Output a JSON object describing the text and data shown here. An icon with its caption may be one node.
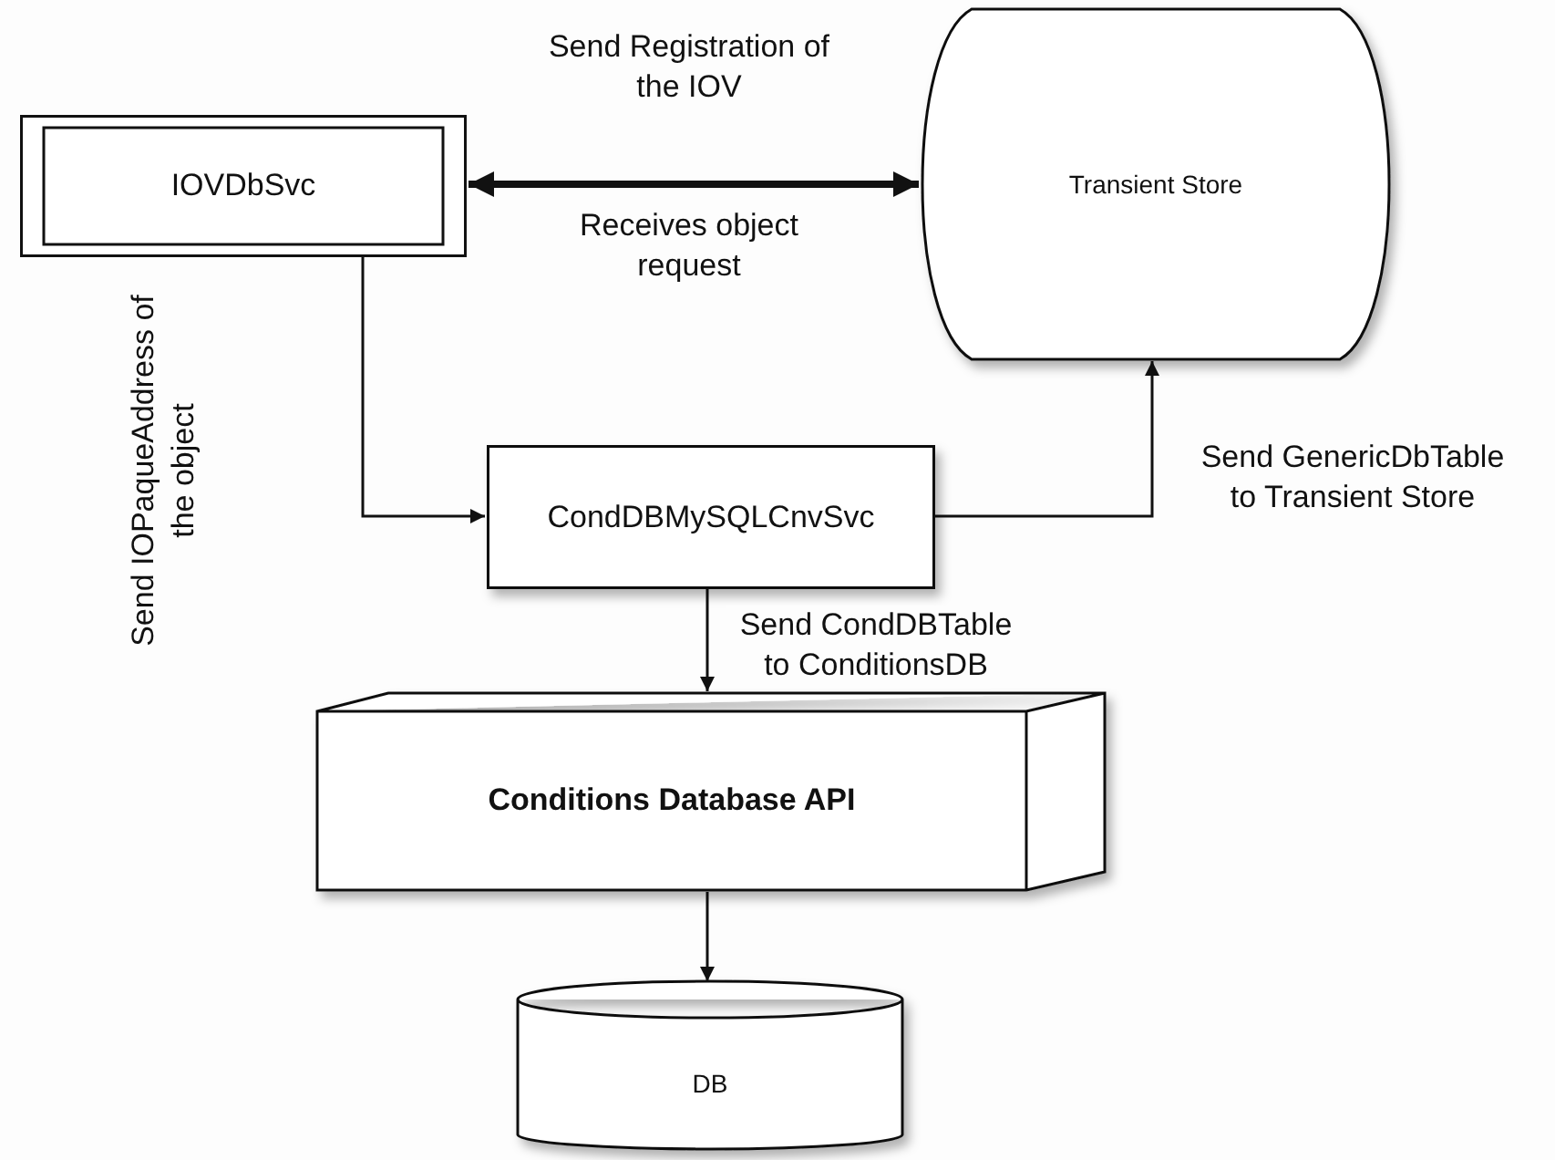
{
  "diagram": {
    "nodes": [
      {
        "text": [
          "IOVDbSvc"
        ]
      },
      {
        "text": [
          "Transient Store"
        ]
      },
      {
        "text": [
          "CondDBMySQLCnvSvc"
        ]
      },
      {
        "text": [
          "Conditions Database API"
        ]
      },
      {
        "text": [
          "DB"
        ]
      }
    ],
    "edges": [
      {
        "from": 0,
        "to": 1,
        "arrow": "both",
        "style": "thick",
        "label": "Send Registration of the IOV"
      },
      {
        "from": 0,
        "to": 2,
        "arrow": "to"
      },
      {
        "from": 2,
        "to": 1,
        "arrow": "to",
        "label": "Send GenericDbTable to Transient Store"
      },
      {
        "from": 2,
        "to": 3,
        "arrow": "to",
        "label": "Send CondDBTable to ConditionsDB"
      },
      {
        "from": 3,
        "to": 4,
        "arrow": "to"
      }
    ],
    "labels": [
      "Receives object request",
      "Send IOPaqueAddress of the object"
    ]
  }
}
